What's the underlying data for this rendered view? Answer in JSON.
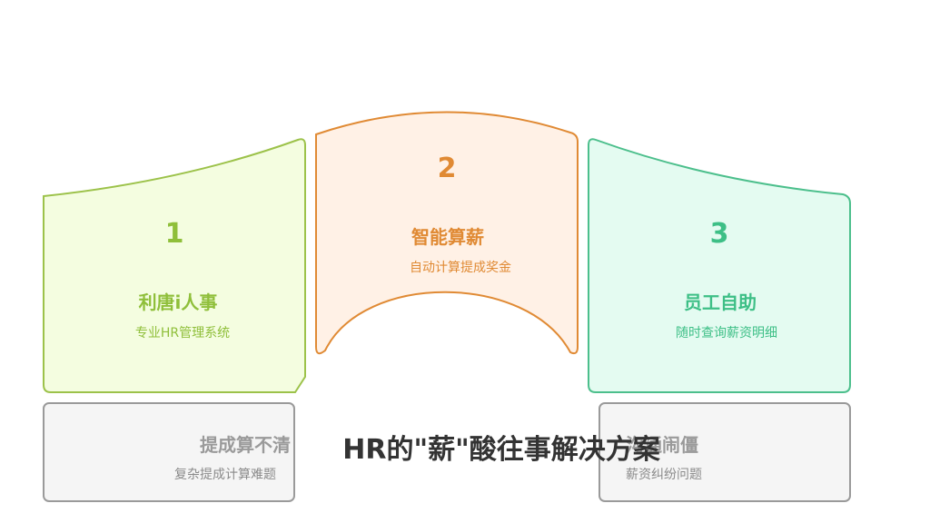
{
  "cards": [
    {
      "number": "1",
      "title": "利唐i人事",
      "subtitle": "专业HR管理系统",
      "color": "#8fbf3a",
      "fill": "#f4fde0"
    },
    {
      "number": "2",
      "title": "智能算薪",
      "subtitle": "自动计算提成奖金",
      "color": "#e08a34",
      "fill": "#fff1e6"
    },
    {
      "number": "3",
      "title": "员工自助",
      "subtitle": "随时查询薪资明细",
      "color": "#3dbf86",
      "fill": "#e4fbf1"
    }
  ],
  "problems": [
    {
      "title": "提成算不清",
      "subtitle": "复杂提成计算难题"
    },
    {
      "title": "沟通闹僵",
      "subtitle": "薪资纠纷问题"
    }
  ],
  "main_title": "HR的\"薪\"酸往事解决方案"
}
